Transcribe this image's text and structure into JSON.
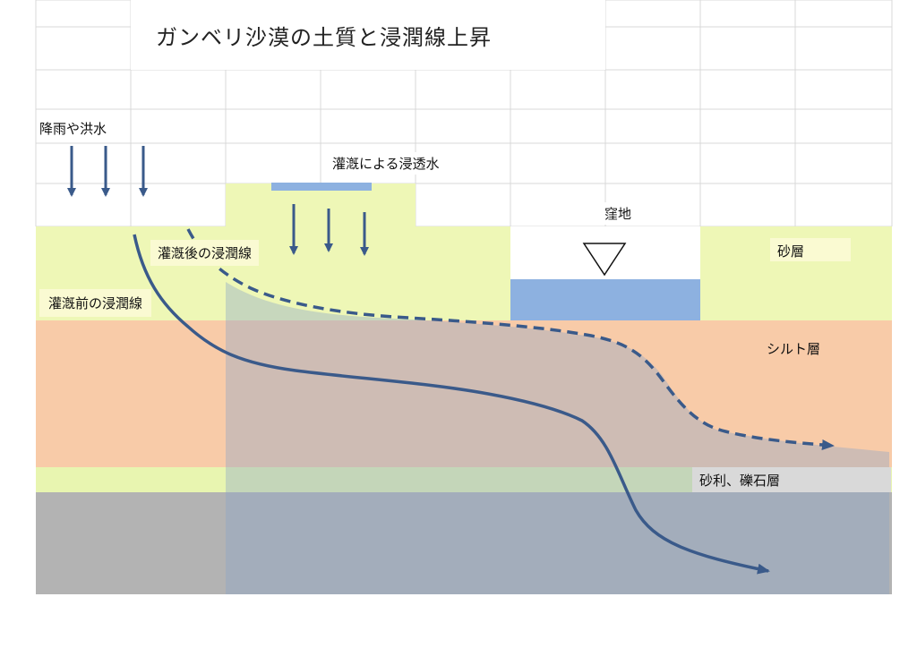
{
  "title": "ガンベリ沙漠の土質と浸潤線上昇",
  "labels": {
    "rain": "降雨や洪水",
    "irrigation_seepage": "灌漑による浸透水",
    "depression": "窪地",
    "sand_layer": "砂層",
    "after_line": "灌漑後の浸潤線",
    "before_line": "灌漑前の浸潤線",
    "silt_layer": "シルト層",
    "gravel_layer": "砂利、礫石層"
  },
  "colors": {
    "sand": "#eef7b6",
    "silt": "#f8cba8",
    "gravel_band": "#e8f5b0",
    "bottom": "#b3b3b3",
    "water": "#8db1e0",
    "arrow": "#3a5a8a",
    "overlay": "#8aa3c8",
    "grid": "#d9d9d9"
  }
}
